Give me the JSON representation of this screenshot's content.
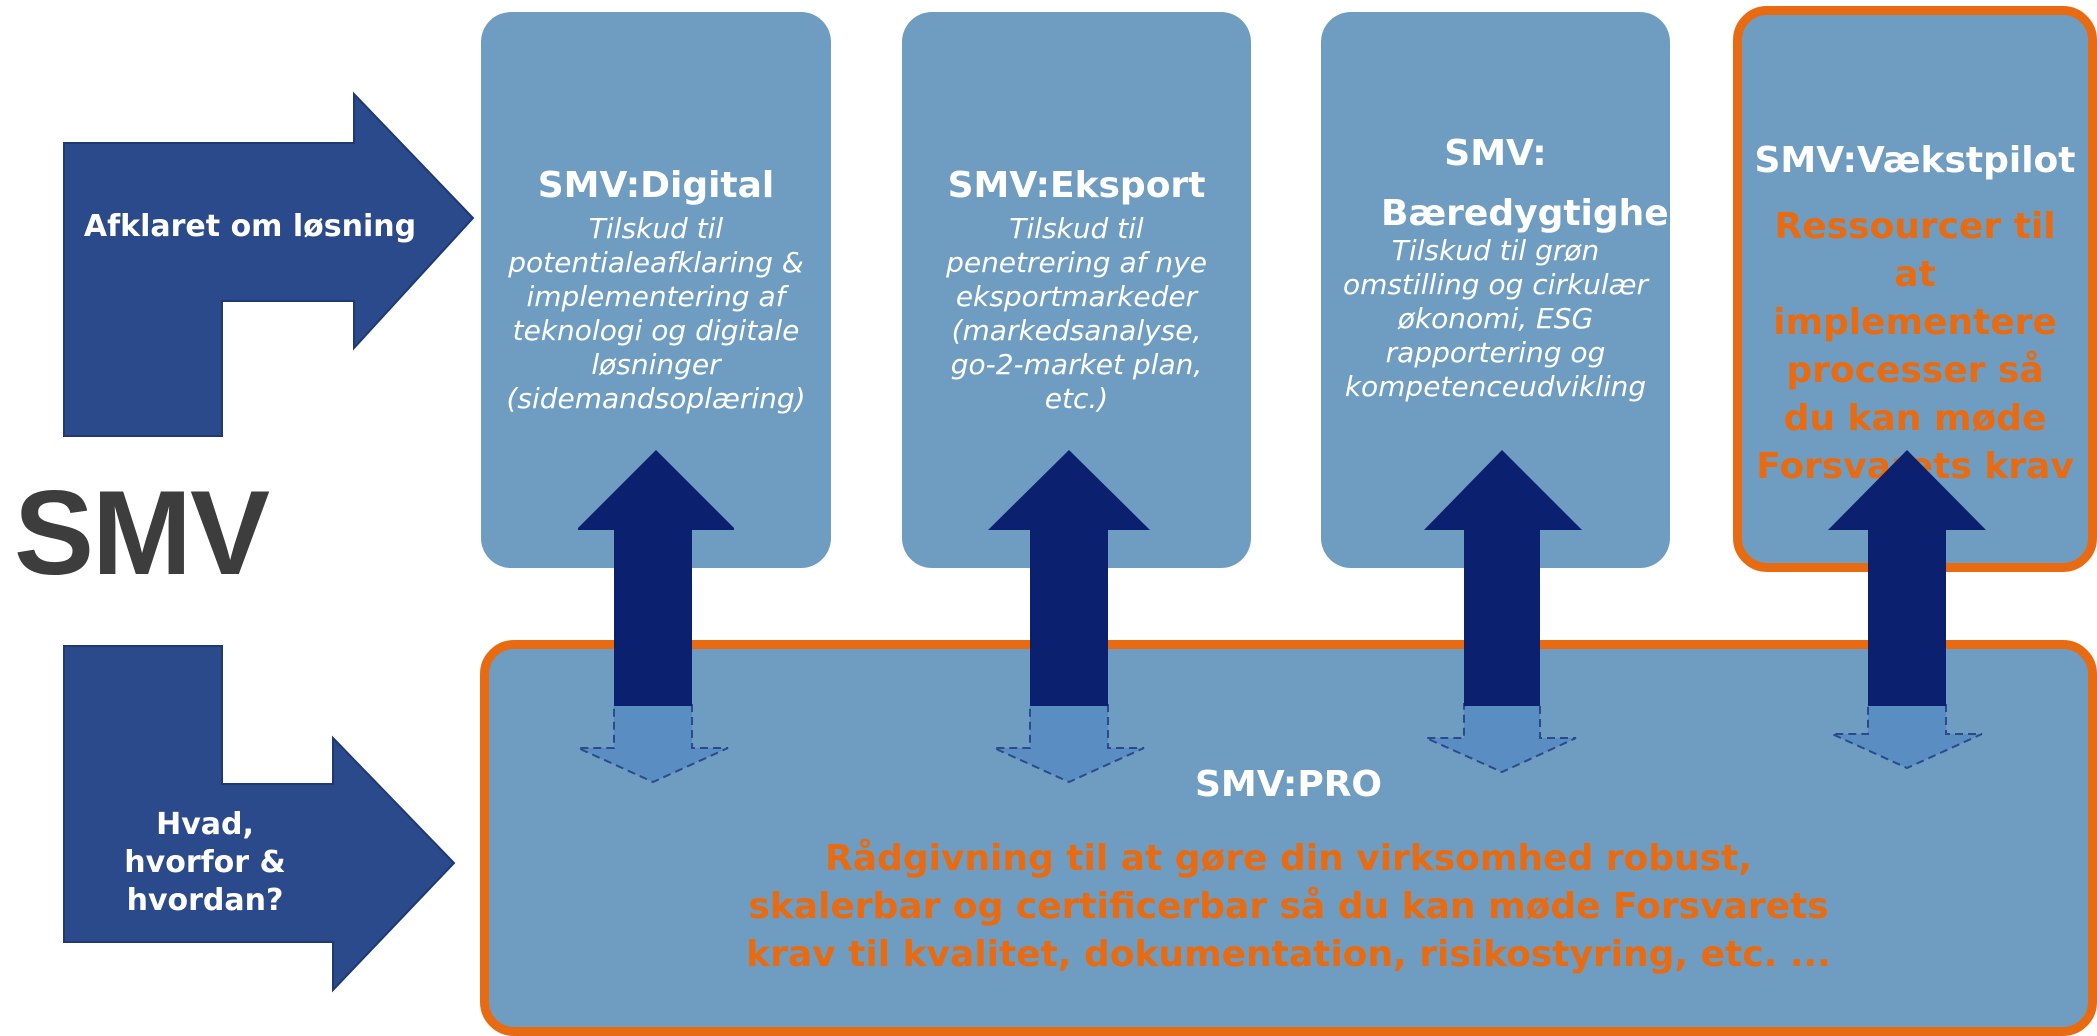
{
  "logo": {
    "text": "SMV"
  },
  "side_arrows": {
    "top_label": "Afklaret om løsning",
    "bottom_label": "Hvad, hvorfor & hvordan?"
  },
  "boxes": [
    {
      "title": "SMV:Digital",
      "description": "Tilskud til potentialeafklaring & implementering af teknologi og digitale løsninger (sidemandsoplæring)"
    },
    {
      "title": "SMV:Eksport",
      "description": "Tilskud til penetrering af nye eksportmarkeder (markedsanalyse, go-2-market plan, etc.)"
    },
    {
      "title": "SMV: Bæredygtighed",
      "description": "Tilskud til grøn omstilling og cirkulær økonomi, ESG rapportering og kompetenceudvikling"
    },
    {
      "title": "SMV:Vækstpilot",
      "description": "Ressourcer til at implementere processer så du kan møde Forsvarets krav"
    }
  ],
  "pro_box": {
    "title": "SMV:PRO",
    "description": "Rådgivning til at gøre din virksomhed robust, skalerbar og certificerbar så du kan møde Forsvarets krav til kvalitet, dokumentation, risikostyring, etc. ..."
  },
  "colors": {
    "box_fill": "#6f9dc1",
    "side_arrow": "#2b4a8b",
    "up_arrow": "#0b2170",
    "down_arrow": "#5a8ec2",
    "highlight_border": "#e86b12",
    "highlight_text": "#e86b12",
    "logo_text": "#3d3d3d"
  }
}
